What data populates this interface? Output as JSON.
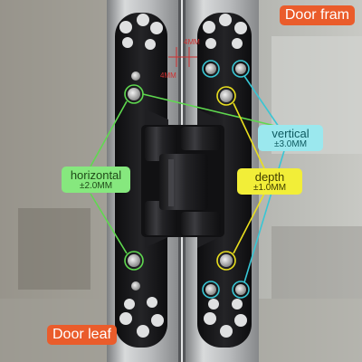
{
  "labels": {
    "door_frame": "Door fram",
    "door_leaf": "Door leaf",
    "vertical": {
      "title": "vertical",
      "value": "±3.0MM"
    },
    "horizontal": {
      "title": "horizontal",
      "value": "±2.0MM"
    },
    "depth": {
      "title": "depth",
      "value": "±1.0MM"
    },
    "gap_top": "4MM",
    "gap_bottom": "4MM"
  },
  "colors": {
    "tag_orange": "#ea5c2b",
    "vertical_cyan": "#9be8ee",
    "horizontal_green": "#86e87e",
    "depth_yellow": "#f2ee38",
    "hinge_black": "#1c1c1e",
    "frame_aluminium": "#c9cbcd"
  }
}
